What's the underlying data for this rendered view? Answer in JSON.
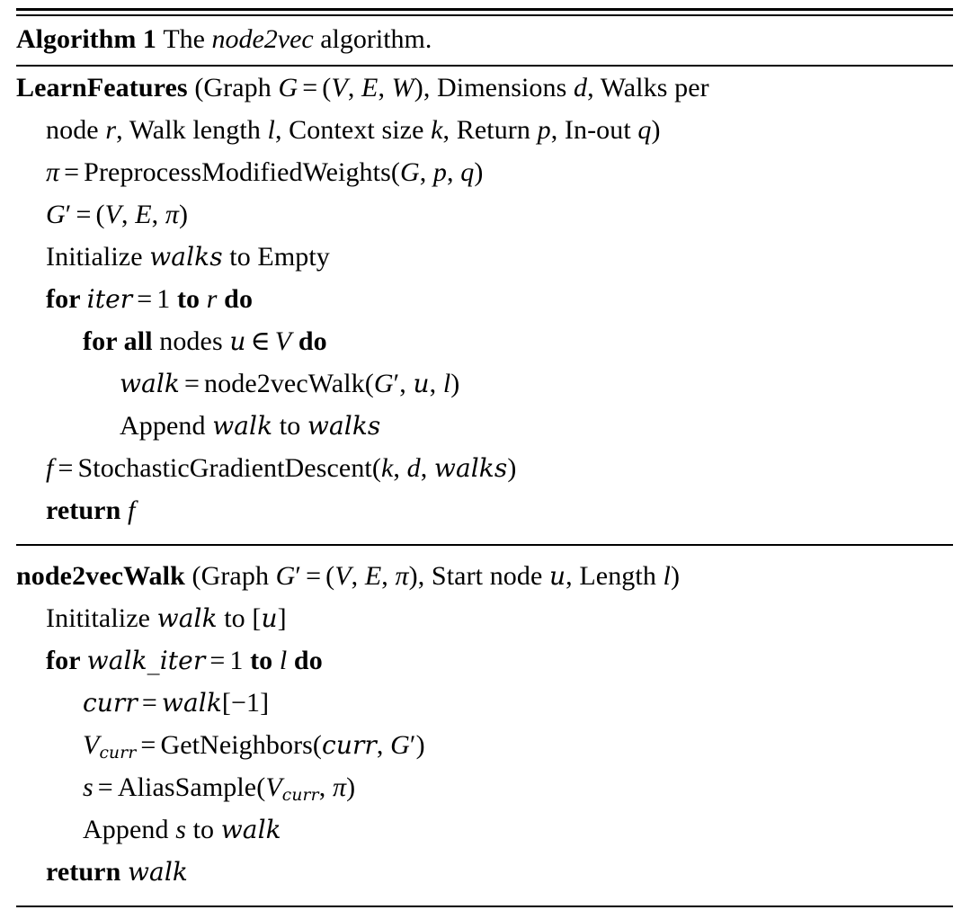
{
  "caption": {
    "label": "Algorithm 1",
    "text_before": "The",
    "name": "node2vec",
    "text_after": "algorithm."
  },
  "procedures": [
    {
      "name": "LearnFeatures",
      "signature_lines": [
        {
          "indent": 0,
          "parts": [
            {
              "t": "proc",
              "v": "LearnFeatures"
            },
            {
              "t": "rm",
              "v": " (Graph "
            },
            {
              "t": "var",
              "v": "G"
            },
            {
              "t": "op",
              "v": "="
            },
            {
              "t": "rm",
              "v": "("
            },
            {
              "t": "var",
              "v": "V"
            },
            {
              "t": "rm",
              "v": ", "
            },
            {
              "t": "var",
              "v": "E"
            },
            {
              "t": "rm",
              "v": ", "
            },
            {
              "t": "var",
              "v": "W"
            },
            {
              "t": "rm",
              "v": "), Dimensions "
            },
            {
              "t": "var",
              "v": "d"
            },
            {
              "t": "rm",
              "v": ", Walks per"
            }
          ]
        },
        {
          "indent": 1,
          "parts": [
            {
              "t": "rm",
              "v": "node "
            },
            {
              "t": "var",
              "v": "r"
            },
            {
              "t": "rm",
              "v": ", Walk length "
            },
            {
              "t": "var",
              "v": "l"
            },
            {
              "t": "rm",
              "v": ", Context size "
            },
            {
              "t": "var",
              "v": "k"
            },
            {
              "t": "rm",
              "v": ", Return "
            },
            {
              "t": "var",
              "v": "p"
            },
            {
              "t": "rm",
              "v": ", In-out "
            },
            {
              "t": "var",
              "v": "q"
            },
            {
              "t": "rm",
              "v": ")"
            }
          ]
        }
      ],
      "body": [
        {
          "indent": 1,
          "parts": [
            {
              "t": "var",
              "v": "π"
            },
            {
              "t": "op",
              "v": "="
            },
            {
              "t": "rm",
              "v": "PreprocessModifiedWeights("
            },
            {
              "t": "var",
              "v": "G"
            },
            {
              "t": "rm",
              "v": ", "
            },
            {
              "t": "var",
              "v": "p"
            },
            {
              "t": "rm",
              "v": ", "
            },
            {
              "t": "var",
              "v": "q"
            },
            {
              "t": "rm",
              "v": ")"
            }
          ]
        },
        {
          "indent": 1,
          "parts": [
            {
              "t": "var",
              "v": "G"
            },
            {
              "t": "prime",
              "v": "′"
            },
            {
              "t": "op",
              "v": "="
            },
            {
              "t": "rm",
              "v": "("
            },
            {
              "t": "var",
              "v": "V"
            },
            {
              "t": "rm",
              "v": ", "
            },
            {
              "t": "var",
              "v": "E"
            },
            {
              "t": "rm",
              "v": ", "
            },
            {
              "t": "var",
              "v": "π"
            },
            {
              "t": "rm",
              "v": ")"
            }
          ]
        },
        {
          "indent": 1,
          "parts": [
            {
              "t": "rm",
              "v": "Initialize "
            },
            {
              "t": "mathit",
              "v": "walks"
            },
            {
              "t": "rm",
              "v": " to Empty"
            }
          ]
        },
        {
          "indent": 1,
          "parts": [
            {
              "t": "kw",
              "v": "for "
            },
            {
              "t": "mathit",
              "v": "iter"
            },
            {
              "t": "op",
              "v": "="
            },
            {
              "t": "rm",
              "v": "1 "
            },
            {
              "t": "kw",
              "v": "to "
            },
            {
              "t": "var",
              "v": "r"
            },
            {
              "t": "rm",
              "v": " "
            },
            {
              "t": "kw",
              "v": "do"
            }
          ]
        },
        {
          "indent": 2,
          "parts": [
            {
              "t": "kw",
              "v": "for all "
            },
            {
              "t": "rm",
              "v": "nodes "
            },
            {
              "t": "mathit",
              "v": "u"
            },
            {
              "t": "op",
              "v": "∈"
            },
            {
              "t": "var",
              "v": "V"
            },
            {
              "t": "rm",
              "v": " "
            },
            {
              "t": "kw",
              "v": "do"
            }
          ]
        },
        {
          "indent": 3,
          "parts": [
            {
              "t": "mathit",
              "v": "walk"
            },
            {
              "t": "op",
              "v": "="
            },
            {
              "t": "rm",
              "v": "node2vecWalk("
            },
            {
              "t": "var",
              "v": "G"
            },
            {
              "t": "prime",
              "v": "′"
            },
            {
              "t": "rm",
              "v": ", "
            },
            {
              "t": "mathit",
              "v": "u"
            },
            {
              "t": "rm",
              "v": ", "
            },
            {
              "t": "var",
              "v": "l"
            },
            {
              "t": "rm",
              "v": ")"
            }
          ]
        },
        {
          "indent": 3,
          "parts": [
            {
              "t": "rm",
              "v": "Append "
            },
            {
              "t": "mathit",
              "v": "walk"
            },
            {
              "t": "rm",
              "v": " to "
            },
            {
              "t": "mathit",
              "v": "walks"
            }
          ]
        },
        {
          "indent": 1,
          "parts": [
            {
              "t": "var",
              "v": "f"
            },
            {
              "t": "op",
              "v": "="
            },
            {
              "t": "rm",
              "v": "StochasticGradientDescent("
            },
            {
              "t": "var",
              "v": "k"
            },
            {
              "t": "rm",
              "v": ", "
            },
            {
              "t": "var",
              "v": "d"
            },
            {
              "t": "rm",
              "v": ", "
            },
            {
              "t": "mathit",
              "v": "walks"
            },
            {
              "t": "rm",
              "v": ")"
            }
          ]
        },
        {
          "indent": 1,
          "parts": [
            {
              "t": "kw",
              "v": "return "
            },
            {
              "t": "var",
              "v": "f"
            }
          ]
        }
      ]
    },
    {
      "name": "node2vecWalk",
      "signature_lines": [
        {
          "indent": 0,
          "parts": [
            {
              "t": "proc",
              "v": "node2vecWalk"
            },
            {
              "t": "rm",
              "v": " (Graph "
            },
            {
              "t": "var",
              "v": "G"
            },
            {
              "t": "prime",
              "v": "′"
            },
            {
              "t": "op",
              "v": "="
            },
            {
              "t": "rm",
              "v": "("
            },
            {
              "t": "var",
              "v": "V"
            },
            {
              "t": "rm",
              "v": ", "
            },
            {
              "t": "var",
              "v": "E"
            },
            {
              "t": "rm",
              "v": ", "
            },
            {
              "t": "var",
              "v": "π"
            },
            {
              "t": "rm",
              "v": "), Start node "
            },
            {
              "t": "mathit",
              "v": "u"
            },
            {
              "t": "rm",
              "v": ", Length "
            },
            {
              "t": "var",
              "v": "l"
            },
            {
              "t": "rm",
              "v": ")"
            }
          ]
        }
      ],
      "body": [
        {
          "indent": 1,
          "parts": [
            {
              "t": "rm",
              "v": "Inititalize "
            },
            {
              "t": "mathit",
              "v": "walk"
            },
            {
              "t": "rm",
              "v": " to ["
            },
            {
              "t": "mathit",
              "v": "u"
            },
            {
              "t": "rm",
              "v": "]"
            }
          ]
        },
        {
          "indent": 1,
          "parts": [
            {
              "t": "kw",
              "v": "for "
            },
            {
              "t": "mathit",
              "v": "walk_iter"
            },
            {
              "t": "op",
              "v": "="
            },
            {
              "t": "rm",
              "v": "1 "
            },
            {
              "t": "kw",
              "v": "to "
            },
            {
              "t": "var",
              "v": "l"
            },
            {
              "t": "rm",
              "v": " "
            },
            {
              "t": "kw",
              "v": "do"
            }
          ]
        },
        {
          "indent": 2,
          "parts": [
            {
              "t": "mathit",
              "v": "curr"
            },
            {
              "t": "op",
              "v": "="
            },
            {
              "t": "mathit",
              "v": "walk"
            },
            {
              "t": "rm",
              "v": "["
            },
            {
              "t": "rm",
              "v": "−1]"
            }
          ]
        },
        {
          "indent": 2,
          "parts": [
            {
              "t": "var",
              "v": "V"
            },
            {
              "t": "sub",
              "v": "curr"
            },
            {
              "t": "op",
              "v": "="
            },
            {
              "t": "rm",
              "v": "GetNeighbors("
            },
            {
              "t": "mathit",
              "v": "curr"
            },
            {
              "t": "rm",
              "v": ", "
            },
            {
              "t": "var",
              "v": "G"
            },
            {
              "t": "prime",
              "v": "′"
            },
            {
              "t": "rm",
              "v": ")"
            }
          ]
        },
        {
          "indent": 2,
          "parts": [
            {
              "t": "var",
              "v": "s"
            },
            {
              "t": "op",
              "v": "="
            },
            {
              "t": "rm",
              "v": "AliasSample("
            },
            {
              "t": "var",
              "v": "V"
            },
            {
              "t": "sub",
              "v": "curr"
            },
            {
              "t": "rm",
              "v": ", "
            },
            {
              "t": "var",
              "v": "π"
            },
            {
              "t": "rm",
              "v": ")"
            }
          ]
        },
        {
          "indent": 2,
          "parts": [
            {
              "t": "rm",
              "v": "Append "
            },
            {
              "t": "var",
              "v": "s"
            },
            {
              "t": "rm",
              "v": " to "
            },
            {
              "t": "mathit",
              "v": "walk"
            }
          ]
        },
        {
          "indent": 1,
          "parts": [
            {
              "t": "kw",
              "v": "return "
            },
            {
              "t": "mathit",
              "v": "walk"
            }
          ]
        }
      ]
    }
  ]
}
